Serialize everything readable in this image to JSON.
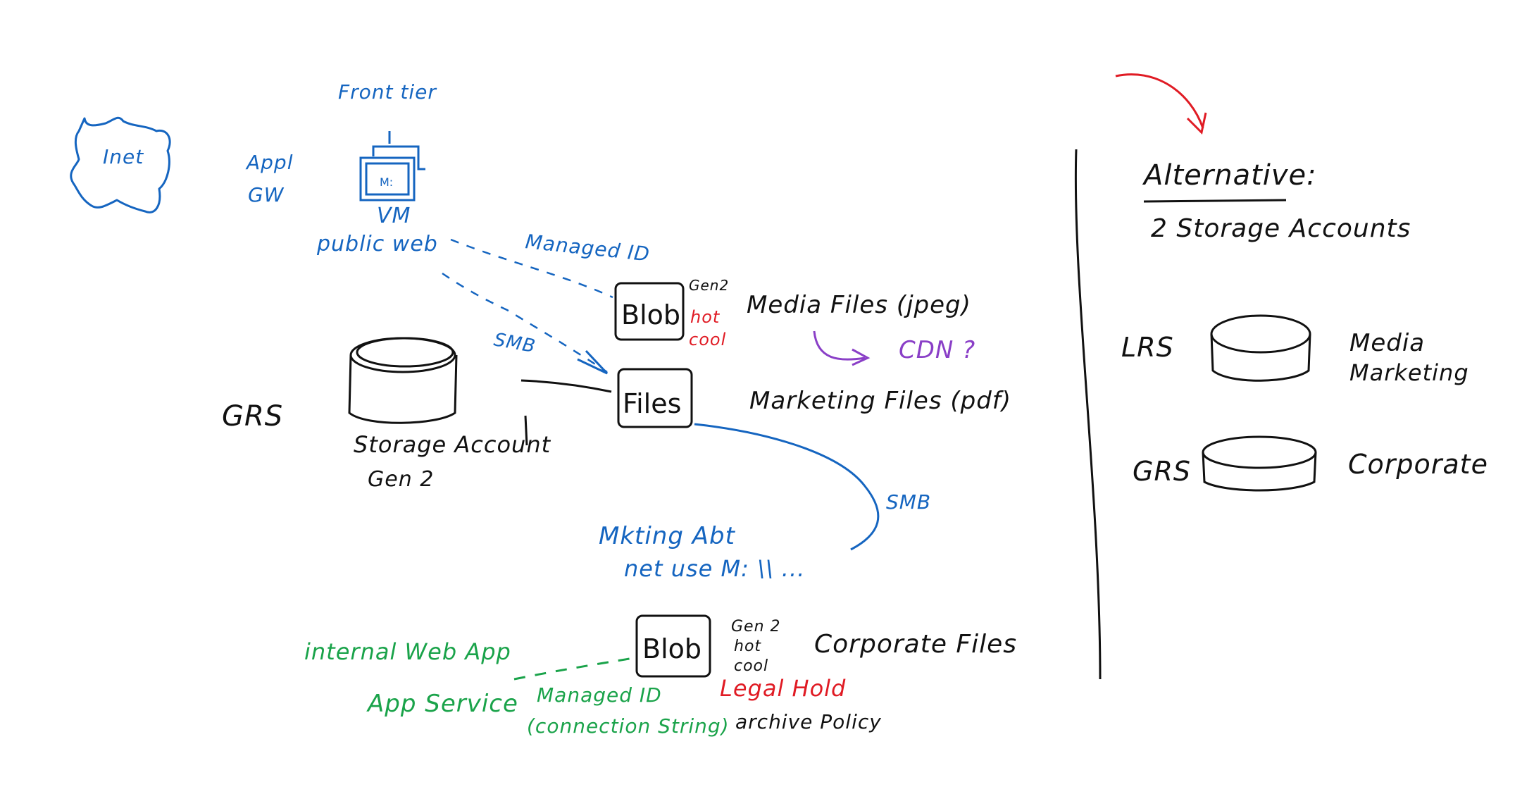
{
  "colors": {
    "ink": "#111111",
    "blue": "#1565c0",
    "red": "#e01b24",
    "green": "#1aa34a",
    "purple": "#8a3fc7"
  },
  "labels": {
    "inet": "Inet",
    "front_tier": "Front tier",
    "appl_gw_1": "Appl",
    "appl_gw_2": "GW",
    "vm_drive": "M:",
    "vm": "VM",
    "public_web": "public web",
    "managed_id": "Managed ID",
    "smb_upper": "SMB",
    "grs_left": "GRS",
    "storage_account": "Storage Account",
    "gen2_storage": "Gen 2",
    "blob_top": "Blob",
    "blob_top_gen": "Gen2",
    "blob_top_hot": "hot",
    "blob_top_cool": "cool",
    "media_files": "Media Files (jpeg)",
    "cdn": "CDN ?",
    "files": "Files",
    "marketing_files": "Marketing Files (pdf)",
    "smb_right": "SMB",
    "mkting_abt": "Mkting Abt",
    "net_use": "net use M: \\\\ ...",
    "blob_bottom": "Blob",
    "blob_bottom_gen": "Gen 2",
    "blob_bottom_hot": "hot",
    "blob_bottom_cool": "cool",
    "corporate_files": "Corporate Files",
    "legal_hold": "Legal Hold",
    "archive_policy": "archive Policy",
    "internal_web_app": "internal Web App",
    "app_service": "App Service",
    "managed_id_green": "Managed ID",
    "connection_string": "(connection String)",
    "alternative": "Alternative:",
    "two_storage_accounts": "2 Storage Accounts",
    "lrs": "LRS",
    "media": "Media",
    "marketing": "Marketing",
    "grs_right": "GRS",
    "corporate": "Corporate"
  }
}
